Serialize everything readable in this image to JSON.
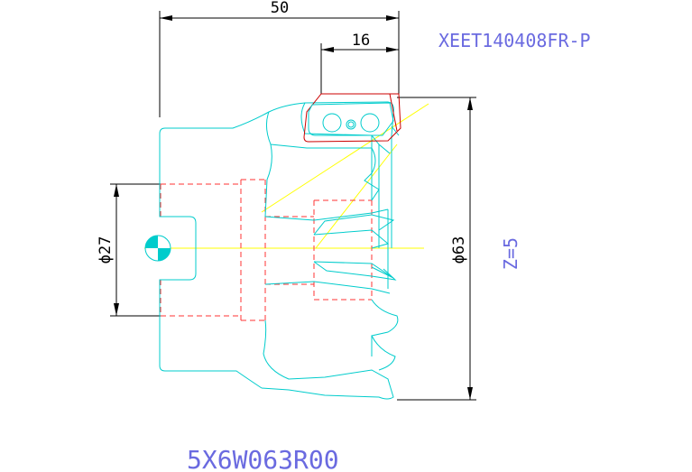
{
  "drawing": {
    "dimensions": {
      "overall_length": "50",
      "insert_width": "16",
      "bore_diameter": "ϕ27",
      "cutter_diameter": "ϕ63"
    },
    "insert_code": "XEET140408FR-P",
    "teeth_count": "Z=5",
    "cutter_code": "5X6W063R00"
  },
  "colors": {
    "body_outline": "#00cccc",
    "hidden_lines": "#ff3333",
    "insert": "#cc0000",
    "centerline": "#ffff00",
    "dimension": "#000000",
    "annotation": "#6a6ae0"
  }
}
